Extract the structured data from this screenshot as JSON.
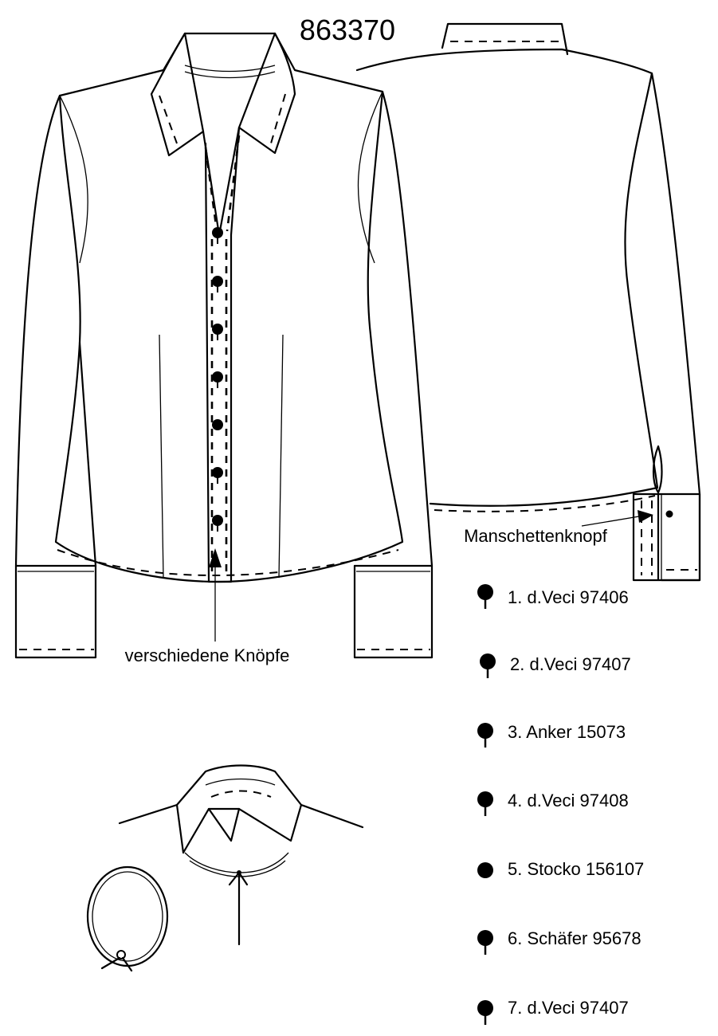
{
  "article_number": "863370",
  "annotations": {
    "cufflink_label": "Manschettenknopf",
    "buttons_label": "verschiedene Knöpfe"
  },
  "button_legend": [
    {
      "number": "1.",
      "brand": "d.Veci",
      "code": "97406",
      "icon": "button-with-shank-icon"
    },
    {
      "number": "2.",
      "brand": "d.Veci",
      "code": "97407",
      "icon": "button-with-shank-icon"
    },
    {
      "number": "3.",
      "brand": "Anker",
      "code": "15073",
      "icon": "button-with-shank-icon"
    },
    {
      "number": "4.",
      "brand": "d.Veci",
      "code": "97408",
      "icon": "button-with-shank-icon"
    },
    {
      "number": "5.",
      "brand": "Stocko",
      "code": "156107",
      "icon": "round-button-icon"
    },
    {
      "number": "6.",
      "brand": "Schäfer",
      "code": "95678",
      "icon": "button-with-shank-icon"
    },
    {
      "number": "7.",
      "brand": "d.Veci",
      "code": "97407",
      "icon": "button-with-shank-icon"
    }
  ],
  "colors": {
    "line": "#000000",
    "background": "#ffffff"
  }
}
